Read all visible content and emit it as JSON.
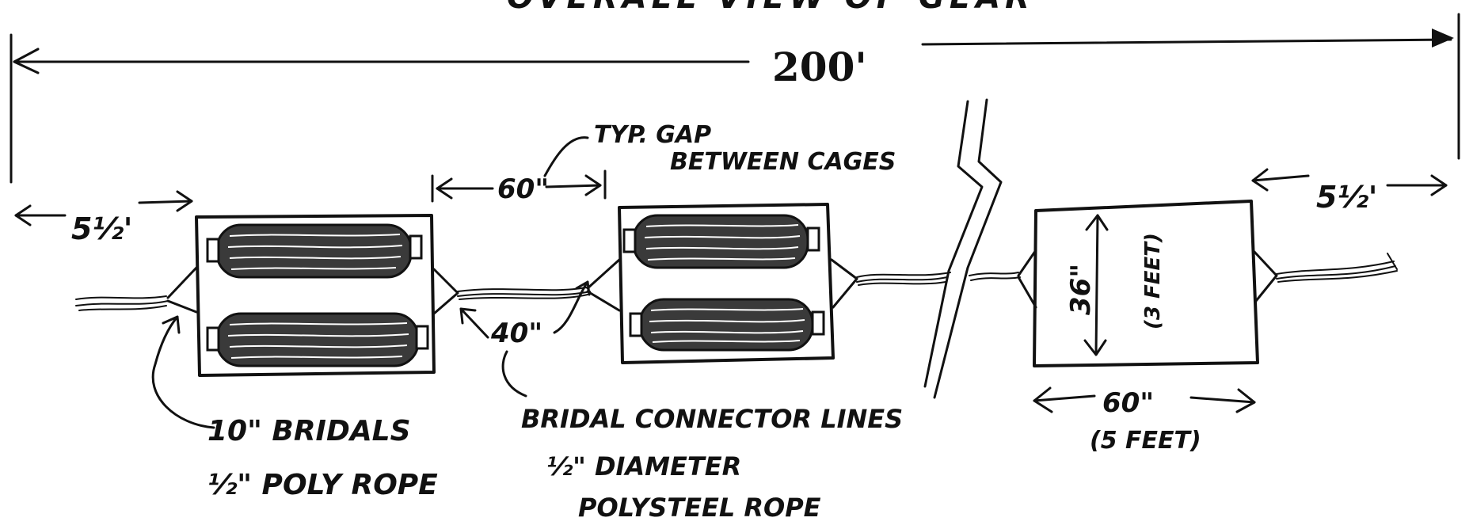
{
  "title_partial": "OVERALL VIEW OF GEAR",
  "overall_length": "200'",
  "end_spacing_left": "5½'",
  "end_spacing_right": "5½'",
  "gap_label": "60\"",
  "gap_note_line1": "TYP. GAP",
  "gap_note_line2": "BETWEEN CAGES",
  "connector_length": "40\"",
  "bridle_note_line1": "10\" BRIDALS",
  "bridle_note_line2": "½\" POLY ROPE",
  "connector_note_line1": "BRIDAL CONNECTOR LINES",
  "connector_note_line2": "½\" DIAMETER",
  "connector_note_line3": "POLYSTEEL ROPE",
  "cage_height": "36\"",
  "cage_height_feet": "(3 FEET)",
  "cage_width": "60\"",
  "cage_width_feet": "(5 FEET)"
}
